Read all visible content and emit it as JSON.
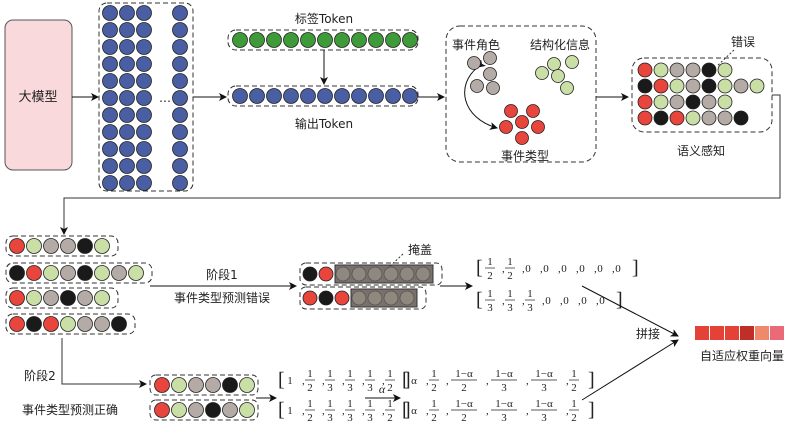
{
  "colors": {
    "blue": "#4a5fa3",
    "green": "#3f9a3a",
    "red": "#e8453c",
    "black": "#1a1a1a",
    "gray": "#b4aba6",
    "lightgreen": "#c9dfa6",
    "model_fill": "#fad9dd",
    "mask_fill": "#7a716d",
    "weights": [
      "#e44236",
      "#e44236",
      "#e44236",
      "#bf2e27",
      "#f0886a",
      "#ea6a7a"
    ]
  },
  "nodes": {
    "model": "大模型",
    "label_token": "标签Token",
    "output_token": "输出Token",
    "event_role": "事件角色",
    "structured_info": "结构化信息",
    "event_type": "事件类型",
    "error_callout": "错误",
    "semantic_perception": "语义感知",
    "mask_callout": "掩盖",
    "concat": "拼接",
    "adaptive_weight": "自适应权重向量",
    "ellipsis": "…"
  },
  "stages": {
    "stage1": {
      "title": "阶段1",
      "subtitle": "事件类型预测错误"
    },
    "stage2": {
      "title": "阶段2",
      "subtitle": "事件类型预测正确"
    },
    "alpha": "α"
  },
  "semantic_rows": [
    [
      "red",
      "lightgreen",
      "gray",
      "gray",
      "black",
      "lightgreen"
    ],
    [
      "black",
      "red",
      "lightgreen",
      "gray",
      "black",
      "lightgreen",
      "gray",
      "lightgreen"
    ],
    [
      "red",
      "lightgreen",
      "gray",
      "black",
      "gray",
      "lightgreen"
    ],
    [
      "red",
      "black",
      "red",
      "lightgreen",
      "gray",
      "gray",
      "black"
    ]
  ],
  "stage1_rows": [
    {
      "visible": [
        "black",
        "red"
      ],
      "masked": 6
    },
    {
      "visible": [
        "red",
        "black",
        "red"
      ],
      "masked": 4
    }
  ],
  "stage2_rows": [
    [
      "red",
      "lightgreen",
      "gray",
      "gray",
      "black",
      "lightgreen"
    ],
    [
      "red",
      "lightgreen",
      "gray",
      "black",
      "gray",
      "lightgreen"
    ]
  ],
  "vectors": {
    "stage1": [
      [
        "1/2",
        "1/2",
        "0",
        "0",
        "0",
        "0",
        "0",
        "0"
      ],
      [
        "1/3",
        "1/3",
        "1/3",
        "0",
        "0",
        "0",
        "0"
      ]
    ],
    "stage2": [
      [
        "1",
        "1/2",
        "1/3",
        "1/3",
        "1/3",
        "1/2"
      ],
      [
        "1",
        "1/2",
        "1/3",
        "1/3",
        "1/3",
        "1/2"
      ]
    ],
    "stage2_alpha": [
      [
        "α",
        "1/2",
        "1−α/2",
        "1−α/3",
        "1−α/3",
        "1/2"
      ],
      [
        "α",
        "1/2",
        "1−α/2",
        "1−α/3",
        "1−α/3",
        "1/2"
      ]
    ]
  }
}
